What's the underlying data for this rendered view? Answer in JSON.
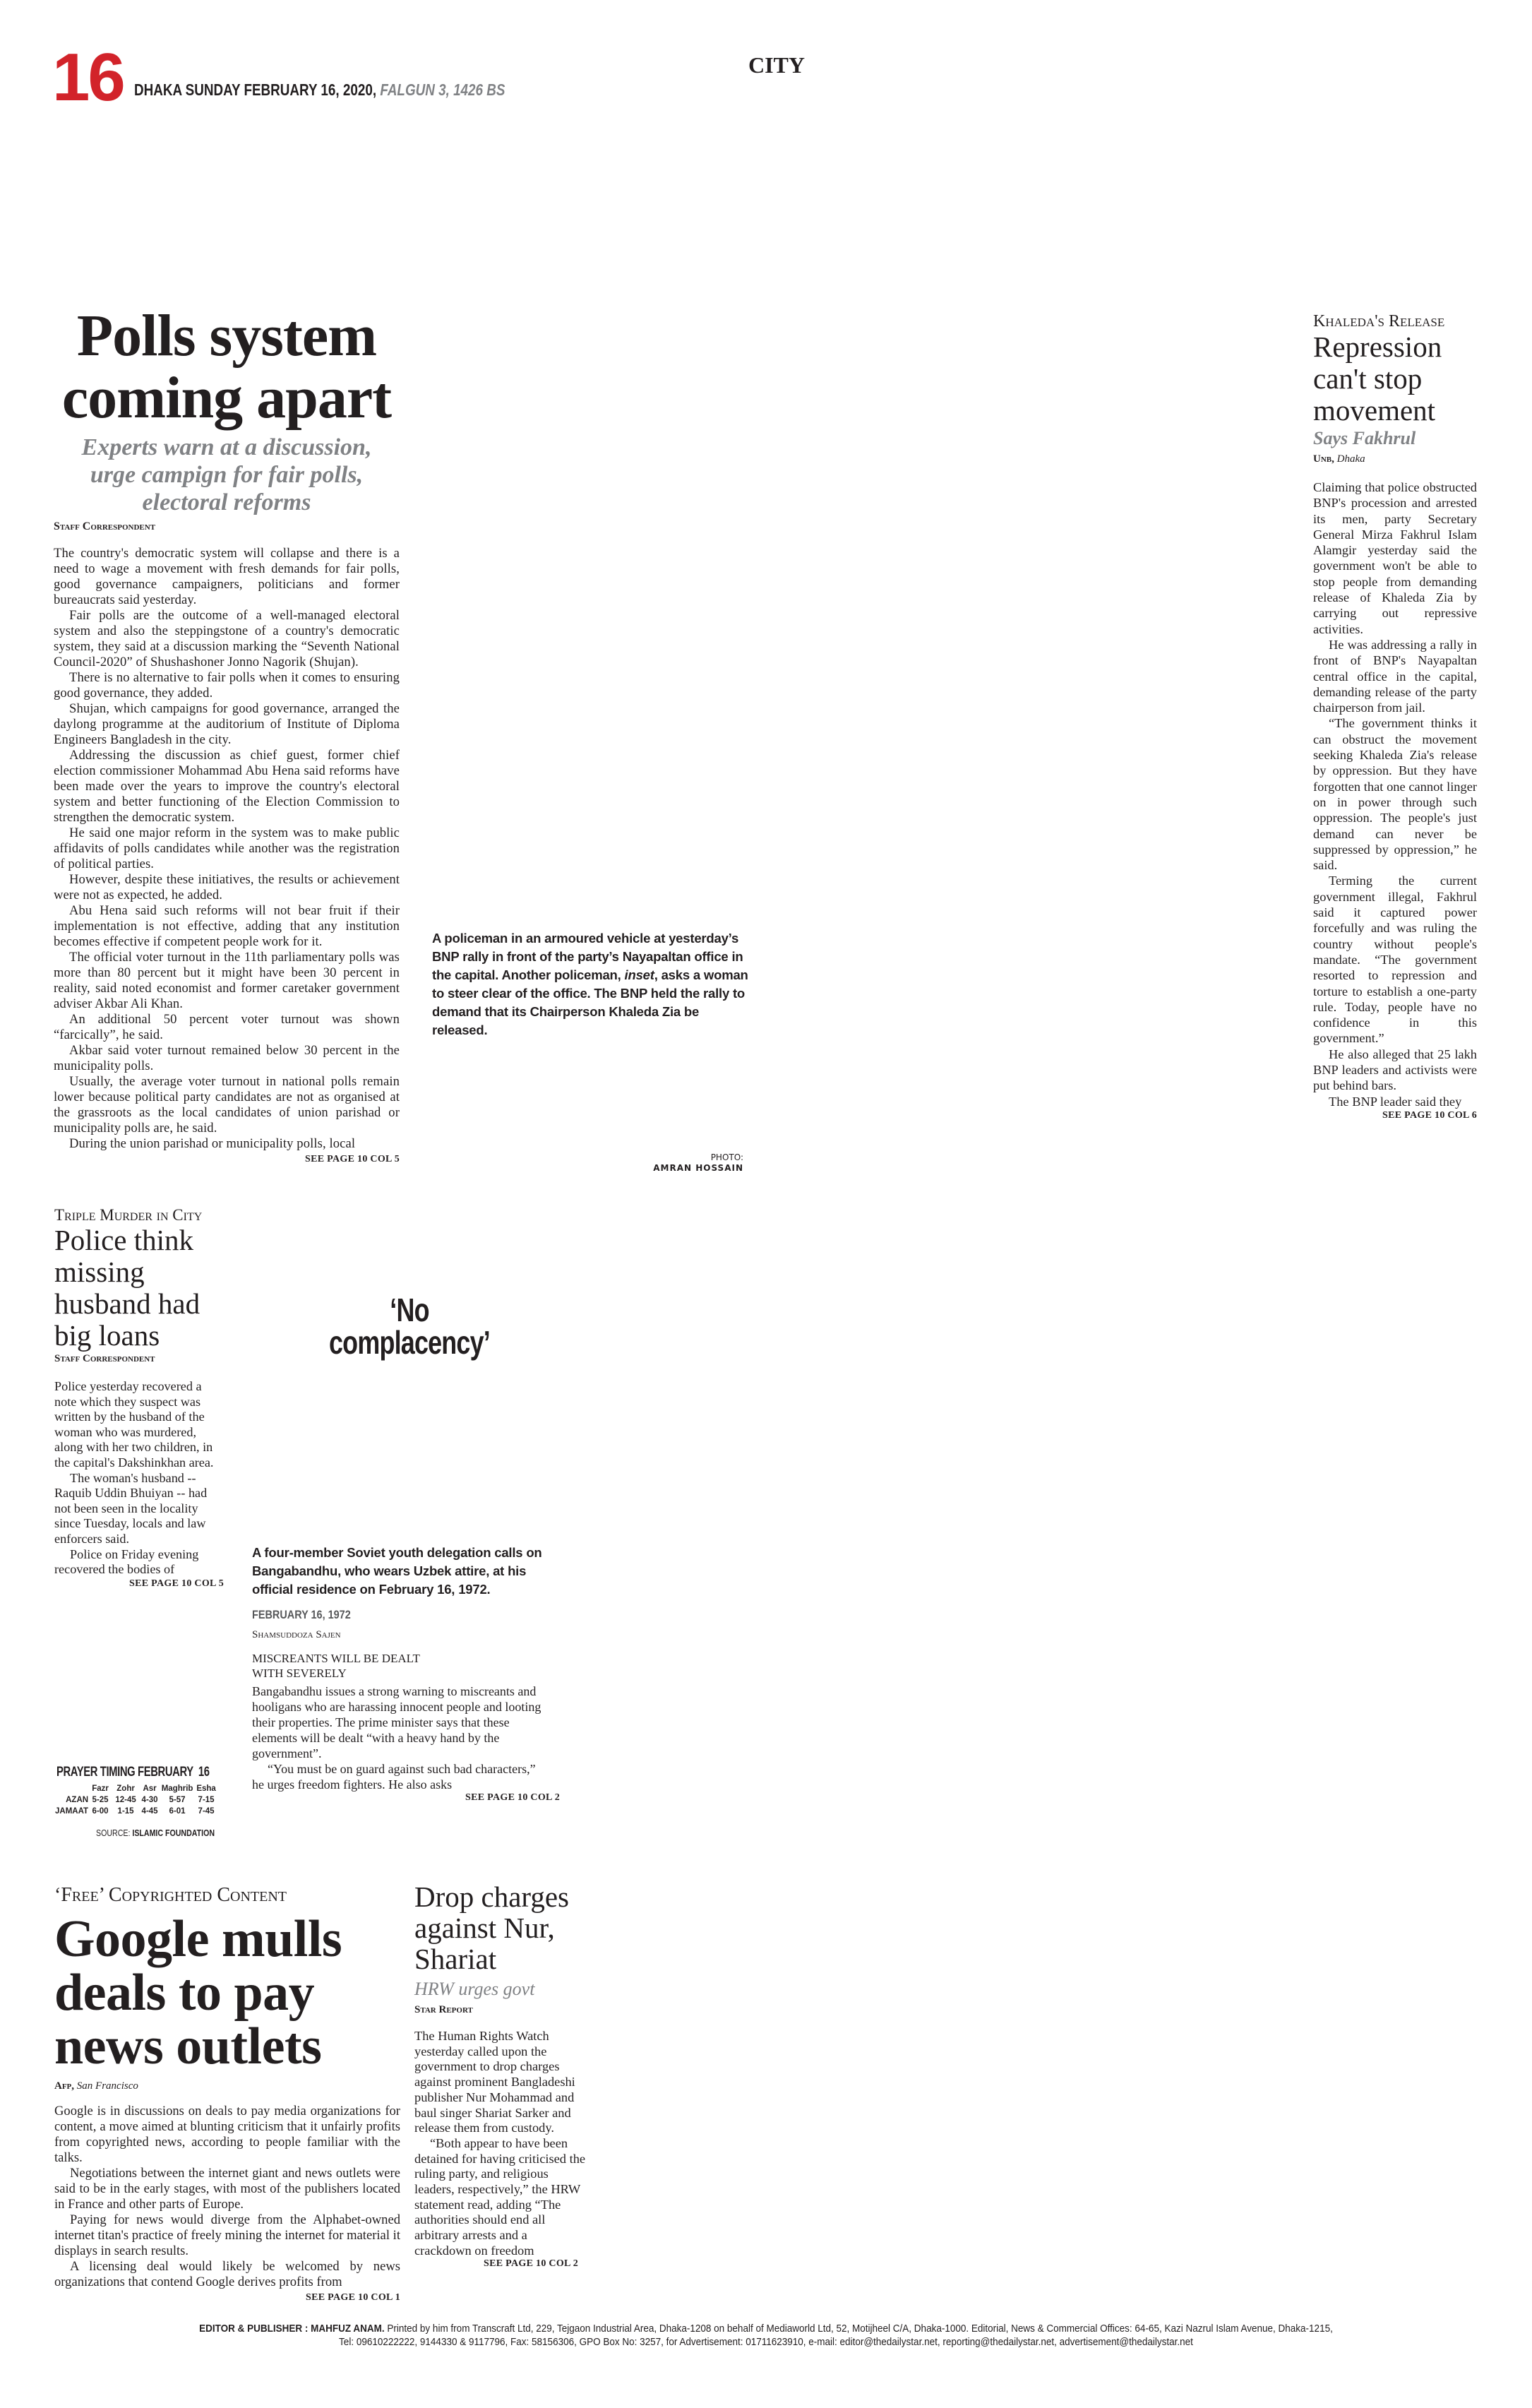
{
  "masthead": {
    "page_number": "16",
    "date": "DHAKA SUNDAY FEBRUARY 16, 2020,",
    "bangla_date": "FALGUN 3, 1426 BS",
    "section": "CITY"
  },
  "polls": {
    "headline": "Polls system coming apart",
    "subhead": "Experts warn at a discussion, urge campign for fair polls, electoral reforms",
    "byline": "Staff Correspondent",
    "body": [
      "The country's democratic system will collapse and there is a need to wage a movement with fresh demands for fair polls, good governance campaigners, politicians and former bureaucrats said yesterday.",
      "Fair polls are the outcome of a well-managed electoral system and also the steppingstone of a country's democratic system, they said at a discussion marking the “Seventh National Council-2020” of Shushashoner Jonno Nagorik (Shujan).",
      "There is no alternative to fair polls when it comes to ensuring good governance, they added.",
      "Shujan, which campaigns for good governance, arranged the daylong programme at the auditorium of Institute of Diploma Engineers Bangladesh in the city.",
      "Addressing the discussion as chief guest, former chief election commissioner Mohammad Abu Hena said reforms have been made over the years to improve the country's electoral system and better functioning of the Election Commission to strengthen the democratic system.",
      "He said one major reform in the system was to make public affidavits of polls candidates while another was the registration of political parties.",
      "However, despite these initiatives, the results or achievement were not as expected, he added.",
      "Abu Hena said such reforms will not bear fruit if their implementation is not effective, adding that any institution becomes effective if competent people work for it.",
      "The official voter turnout in the 11th parliamentary polls was more than 80 percent but it might have been 30 percent in reality, said noted economist and former caretaker government adviser Akbar Ali Khan.",
      "An additional 50 percent voter turnout was shown “farcically”, he said.",
      "Akbar said voter turnout remained below 30 percent in the municipality polls.",
      "Usually, the average voter turnout in national polls remain lower because political party candidates are not as organised at the grassroots as the local candidates of union parishad or municipality polls are, he said.",
      "During the union parishad or municipality polls, local"
    ],
    "continued": "SEE PAGE 10 COL 5"
  },
  "photo": {
    "caption_pre": "A policeman in an armoured vehicle at yesterday’s BNP rally in front of the party’s Nayapaltan office in the capital. Another policeman, ",
    "caption_italic": "inset",
    "caption_post": ", asks a woman to steer clear of the office. The BNP held the rally to demand that its Chairperson Khaleda Zia be released.",
    "credit_label": "PHOTO:",
    "credit_name": "AMRAN HOSSAIN"
  },
  "khaleda": {
    "kicker": "Khaleda's Release",
    "headline": "Repression can't stop movement",
    "subhead": "Says Fakhrul",
    "byline_agency": "Unb,",
    "byline_place": "Dhaka",
    "body": [
      "Claiming that police obstructed BNP's procession and arrested its men, party Secretary General Mirza Fakhrul Islam Alamgir yesterday said the government won't be able to stop people from demanding release of Khaleda Zia by carrying out repressive activities.",
      "He was addressing a rally in front of BNP's Nayapaltan central office in the capital, demanding release of the party chairperson from jail.",
      "“The government thinks it can obstruct the movement seeking Khaleda Zia's release by oppression. But they have forgotten that one cannot linger on in power through such oppression. The people's just demand can never be suppressed by oppression,” he said.",
      "Terming the current government illegal, Fakhrul said it captured power forcefully and was ruling the country without people's mandate. “The government resorted to repression and torture to establish a one-party rule. Today, people have no confidence in this government.”",
      "He also alleged that 25 lakh BNP leaders and activists were put behind bars.",
      "The BNP leader said they"
    ],
    "continued": "SEE PAGE 10 COL 6"
  },
  "murder": {
    "kicker": "Triple Murder in City",
    "headline": "Police think missing husband had big loans",
    "byline": "Staff Correspondent",
    "body": [
      "Police yesterday recovered a note which they suspect was written by the husband of the woman who was murdered, along with her two children, in the capital's Dakshinkhan area.",
      "The woman's husband -- Raquib Uddin Bhuiyan -- had not been seen in the locality since Tuesday, locals and law enforcers said.",
      "Police on Friday evening recovered the bodies of"
    ],
    "continued": "SEE PAGE 10 COL 5"
  },
  "history": {
    "title": "‘No complacency’",
    "caption": "A four-member Soviet youth delegation calls on Bangabandhu, who wears Uzbek attire, at his official residence on February 16, 1972.",
    "date": "FEBRUARY 16, 1972",
    "byline": "Shamsuddoza Sajen",
    "subhead": "MISCREANTS WILL BE DEALT WITH SEVERELY",
    "body": [
      "Bangabandhu issues a strong warning to miscreants and hooligans who are harassing innocent people and looting their properties. The prime minister says that these elements will be dealt “with a heavy hand by the government”.",
      "“You must be on guard against such bad characters,” he urges freedom fighters. He also asks"
    ],
    "continued": "SEE PAGE 10 COL 2"
  },
  "prayer": {
    "title": "PRAYER TIMING FEBRUARY  16",
    "columns": [
      "",
      "Fazr",
      "Zohr",
      "Asr",
      "Maghrib",
      "Esha"
    ],
    "rows": [
      [
        "AZAN",
        "5-25",
        "12-45",
        "4-30",
        "5-57",
        "7-15"
      ],
      [
        "JAMAAT",
        "6-00",
        "1-15",
        "4-45",
        "6-01",
        "7-45"
      ]
    ],
    "source_label": "SOURCE:",
    "source": "ISLAMIC FOUNDATION"
  },
  "google": {
    "kicker": "‘Free’ Copyrighted Content",
    "headline": "Google mulls deals to pay news outlets",
    "byline_agency": "Afp,",
    "byline_place": "San Francisco",
    "body": [
      "Google is in discussions on deals to pay media organizations for content, a move aimed at blunting criticism that it unfairly profits from copyrighted news, according to people familiar with the talks.",
      "Negotiations between the internet giant and news outlets were said to be in the early stages, with most of the publishers located in France and other parts of Europe.",
      "Paying for news would diverge from the Alphabet-owned internet titan's practice of freely mining the internet for material it displays in search results.",
      "A licensing deal would likely be welcomed by news organizations that contend Google derives profits from"
    ],
    "continued": "SEE PAGE 10 COL 1"
  },
  "hrw": {
    "headline": "Drop charges against Nur, Shariat",
    "subhead": "HRW urges govt",
    "byline": "Star Report",
    "body": [
      "The Human Rights Watch yesterday called upon the government to drop charges against prominent Bangladeshi publisher Nur Mohammad and baul singer Shariat Sarker and release them from custody.",
      "“Both appear to have been detained for having criticised the ruling party, and religious leaders, respectively,” the HRW statement read, adding “The authorities should end all arbitrary arrests and a crackdown on freedom"
    ],
    "continued": "SEE PAGE 10 COL 2"
  },
  "footer": {
    "editor": "EDITOR & PUBLISHER : MAHFUZ ANAM.",
    "line1": " Printed by him from Transcraft Ltd, 229, Tejgaon Industrial Area, Dhaka-1208 on behalf of Mediaworld Ltd, 52, Motijheel C/A, Dhaka-1000. Editorial, News & Commercial Offices: 64-65, Kazi Nazrul Islam Avenue, Dhaka-1215,",
    "line2": "Tel: 09610222222, 9144330 & 9117796, Fax: 58156306, GPO Box No: 3257, for Advertisement: 01711623910, e-mail: editor@thedailystar.net, reporting@thedailystar.net, advertisement@thedailystar.net"
  },
  "colors": {
    "accent": "#d2232a",
    "subhead_gray": "#808285"
  }
}
